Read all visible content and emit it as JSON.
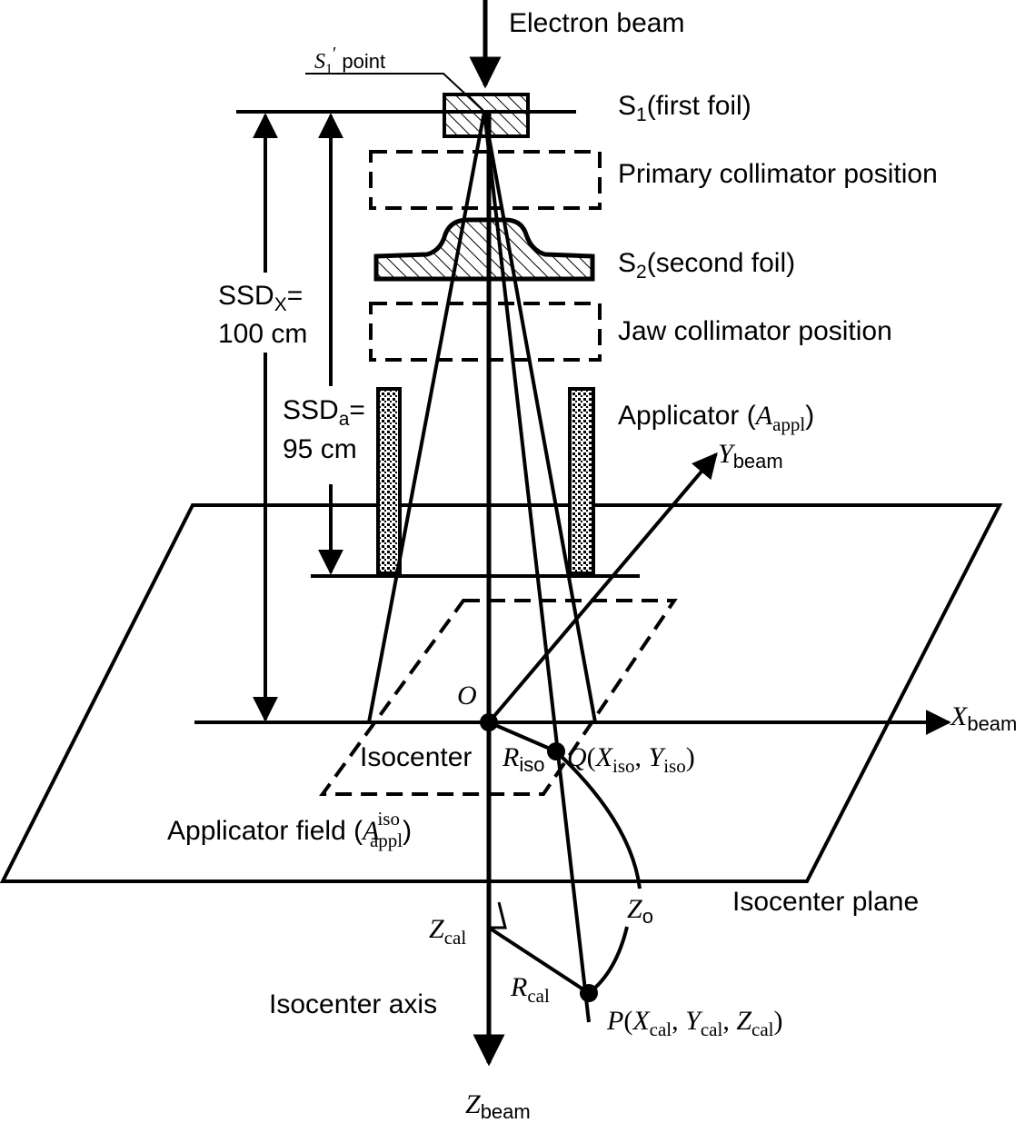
{
  "labels": {
    "electron_beam": "Electron beam",
    "s1_point": "point",
    "s1_foil": "(first foil)",
    "primary_collimator": "Primary collimator position",
    "s2_foil": "(second foil)",
    "jaw_collimator": "Jaw collimator position",
    "applicator": "Applicator (",
    "ssdx_a": "SSD",
    "ssdx_sub": "X",
    "ssdx_eq": "=",
    "ssdx_value": "100 cm",
    "ssda_a": "SSD",
    "ssda_sub": "a",
    "ssda_eq": "=",
    "ssda_value": "95 cm",
    "origin": "O",
    "isocenter": "Isocenter",
    "applicator_field": "Applicator field (",
    "isocenter_plane": "Isocenter plane",
    "isocenter_axis": "Isocenter axis"
  },
  "math": {
    "S": "S",
    "S1_sub": "1",
    "prime": "′",
    "A": "A",
    "appl": "appl",
    "iso": "iso",
    "Y": "Y",
    "X": "X",
    "Z": "Z",
    "beam": "beam",
    "R": "R",
    "cal": "cal",
    "Q": "Q",
    "P": "P",
    "Zo_sub": "o",
    "S2_sub": "2",
    "Riso_sub": "iso",
    "lparen": "(",
    "rparen": ")",
    "comma": ", "
  }
}
